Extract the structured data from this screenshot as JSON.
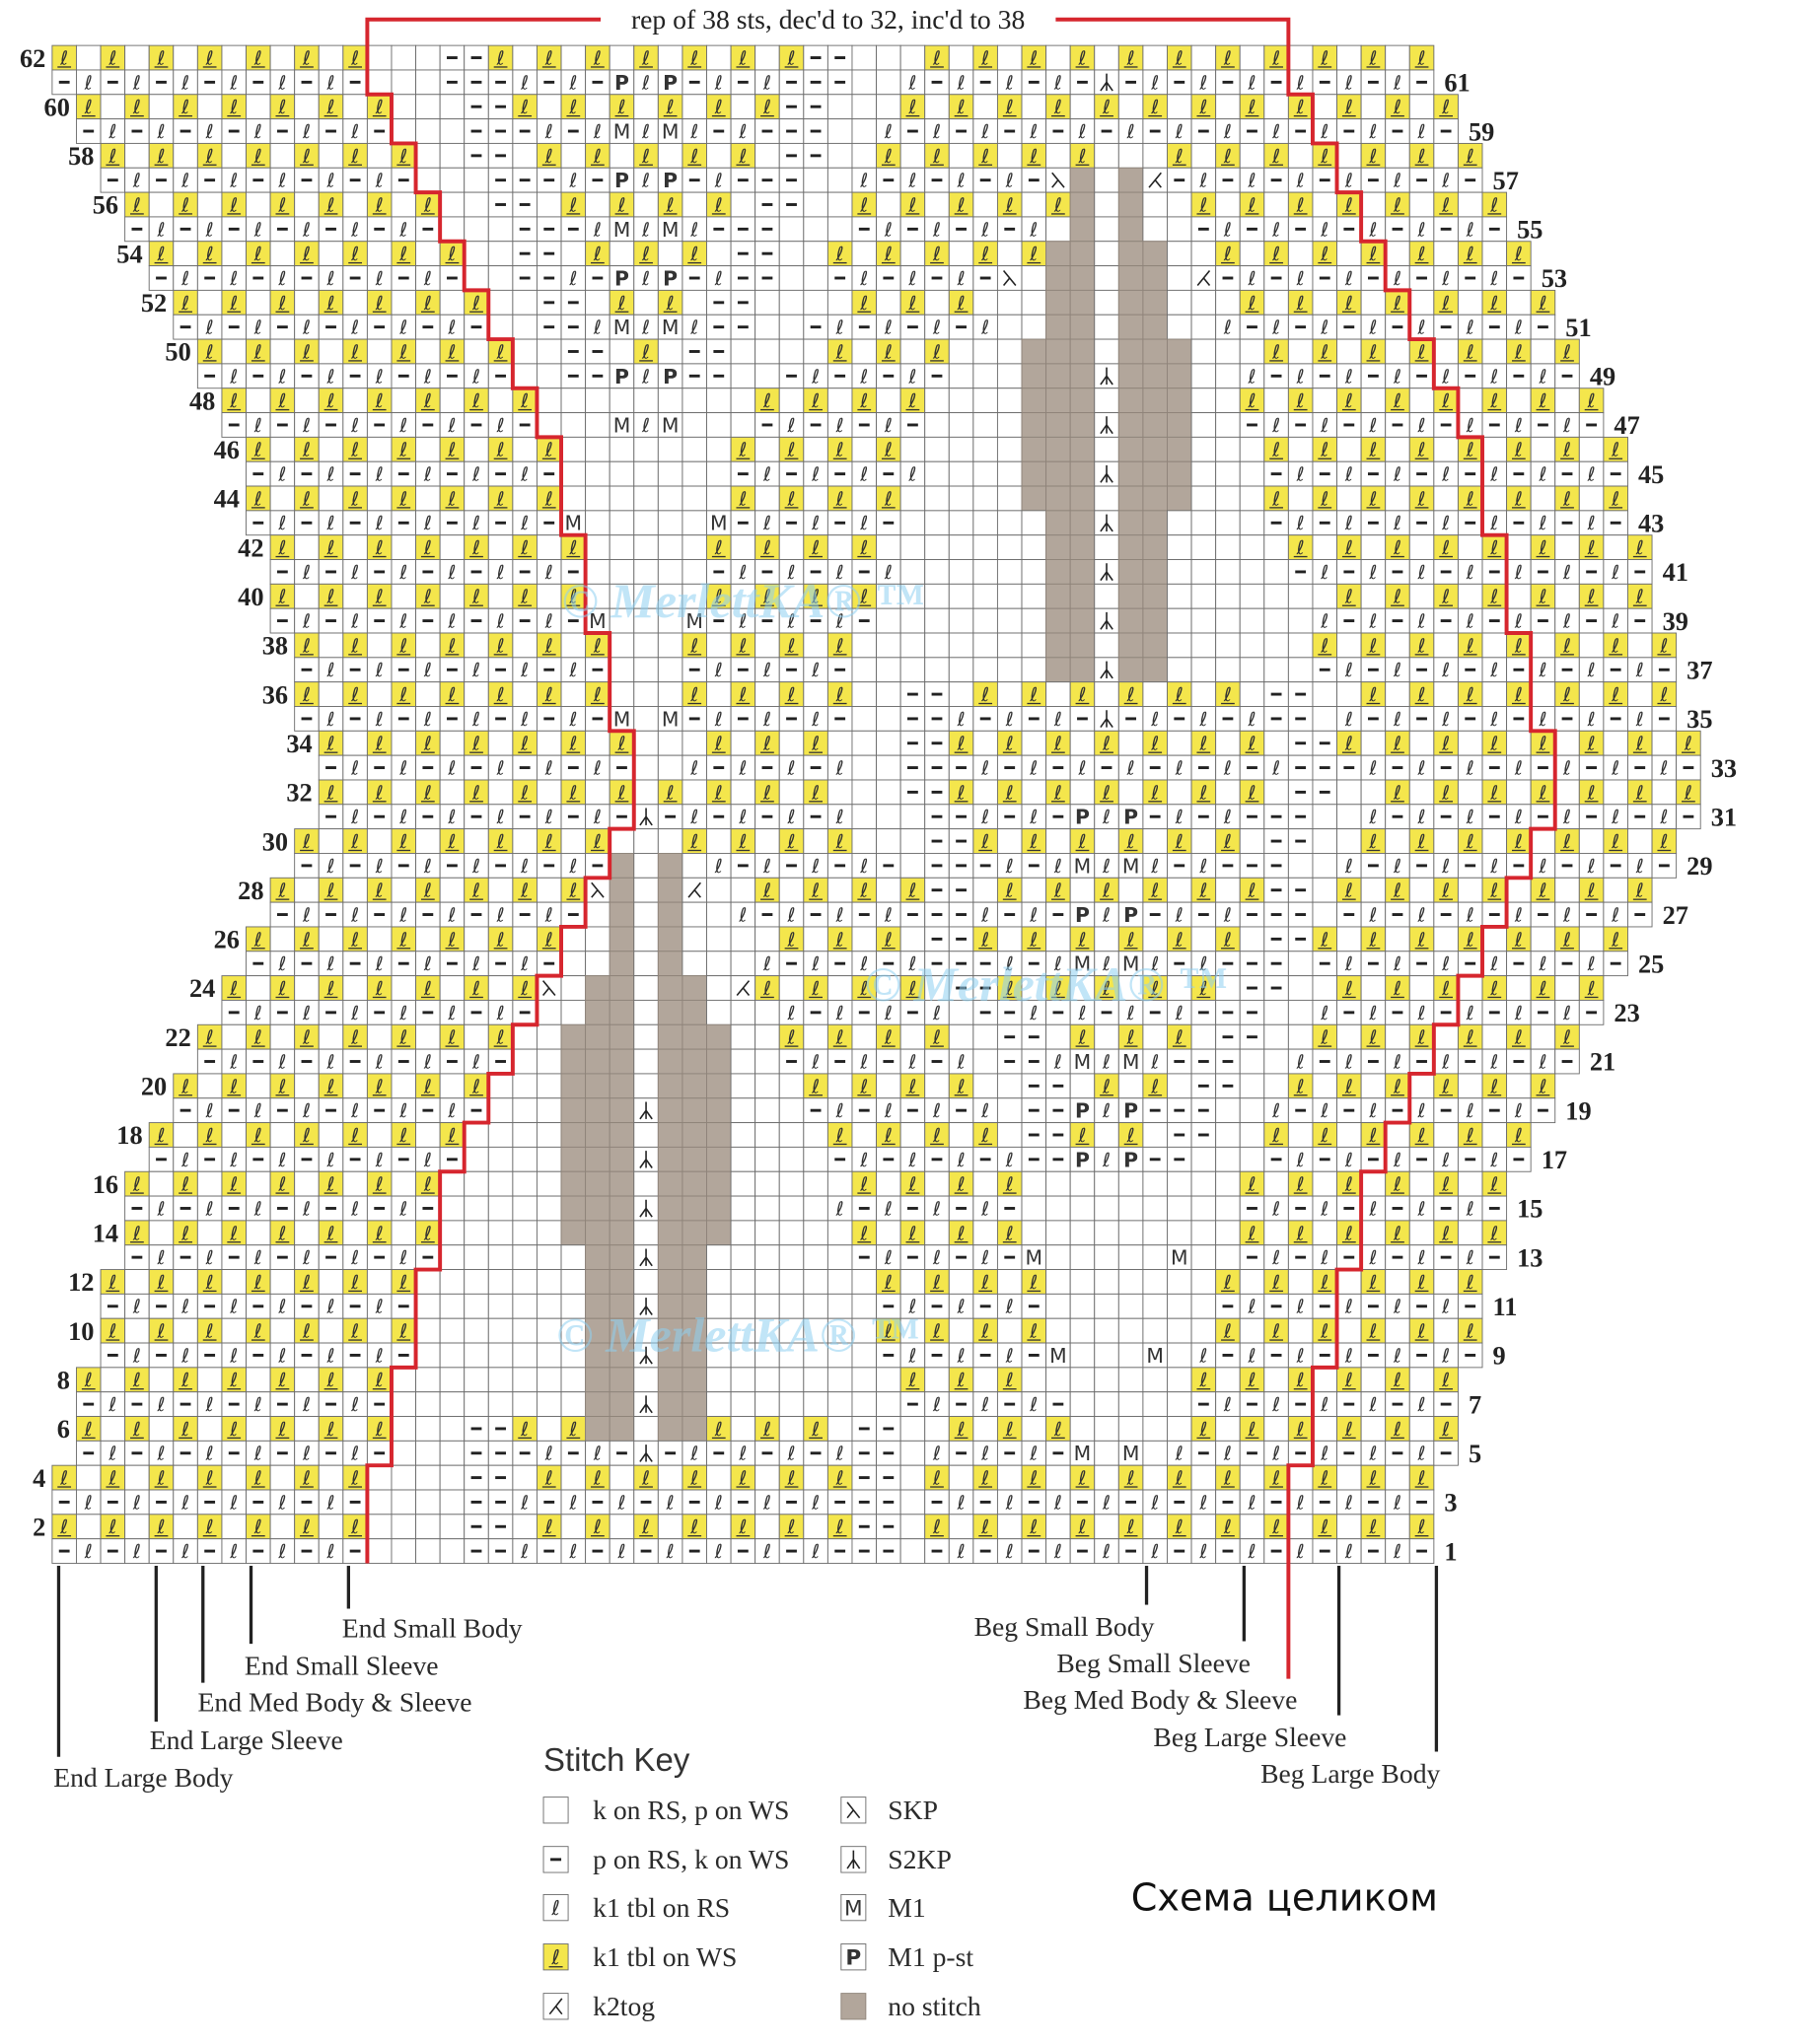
{
  "chart_title": "rep of 38 sts, dec'd to 32, inc'd to 38",
  "rows": 62,
  "stitches_per_row": 57,
  "repeat_stitches": 38,
  "size_markers": {
    "end": [
      {
        "label": "End Large Body"
      },
      {
        "label": "End Large Sleeve"
      },
      {
        "label": "End Med Body & Sleeve"
      },
      {
        "label": "End Small Sleeve"
      },
      {
        "label": "End Small Body"
      }
    ],
    "beg": [
      {
        "label": "Beg Small Body"
      },
      {
        "label": "Beg Small Sleeve"
      },
      {
        "label": "Beg Med Body & Sleeve"
      },
      {
        "label": "Beg Large Sleeve"
      },
      {
        "label": "Beg Large Body"
      }
    ]
  },
  "stitch_key": {
    "title": "Stitch Key",
    "items": [
      {
        "code": ".",
        "label": "k on RS, p on WS"
      },
      {
        "code": "-",
        "label": "p on RS, k on WS"
      },
      {
        "code": "q",
        "label": "k1 tbl on RS"
      },
      {
        "code": "Y",
        "label": "k1 tbl on WS"
      },
      {
        "code": "K",
        "label": "k2tog"
      },
      {
        "code": "S",
        "label": "SKP"
      },
      {
        "code": "a",
        "label": "S2KP"
      },
      {
        "code": "M",
        "label": "M1"
      },
      {
        "code": "P",
        "label": "M1 p-st"
      },
      {
        "code": "g",
        "label": "no stitch"
      }
    ]
  },
  "caption": "Схема целиком",
  "watermark": "© MerlettKA® ™",
  "colors": {
    "repeat_line": "#d6262e",
    "tbl_ws_fill": "#f4e64c",
    "no_stitch_fill": "#b2a69b",
    "grid": "#6d6d6d"
  }
}
